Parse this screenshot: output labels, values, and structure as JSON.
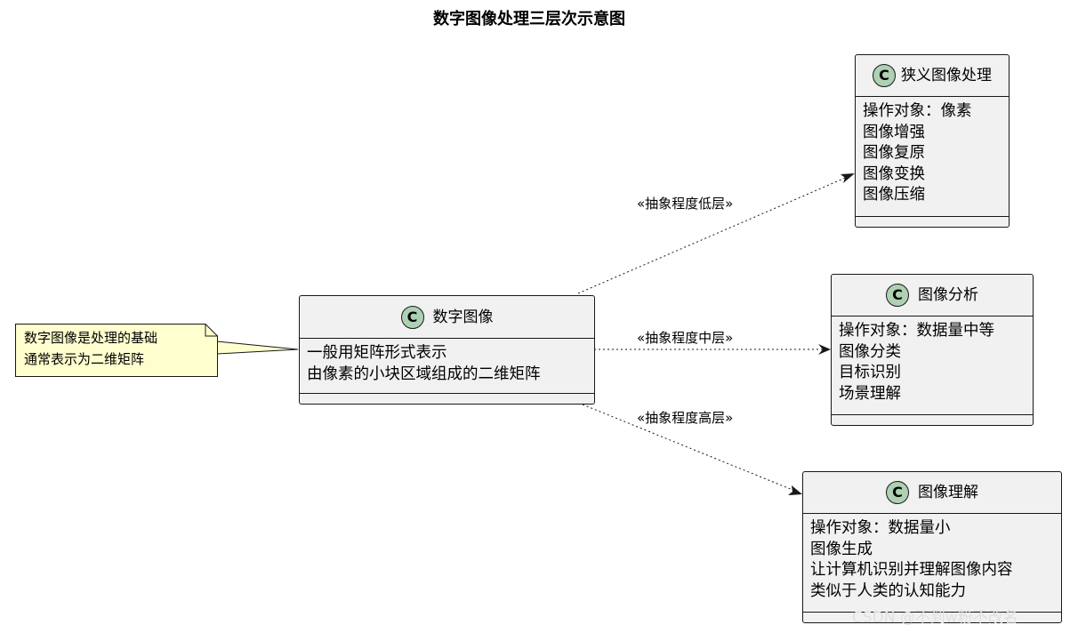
{
  "diagram": {
    "title": "数字图像处理三层次示意图",
    "classes": [
      {
        "name": "数字图像",
        "members": [
          "一般用矩阵形式表示",
          "由像素的小块区域组成的二维矩阵"
        ]
      },
      {
        "name": "狭义图像处理",
        "members": [
          "操作对象：像素",
          "图像增强",
          "图像复原",
          "图像变换",
          "图像压缩"
        ]
      },
      {
        "name": "图像分析",
        "members": [
          "操作对象：数据量中等",
          "图像分类",
          "目标识别",
          "场景理解"
        ]
      },
      {
        "name": "图像理解",
        "members": [
          "操作对象：数据量小",
          "图像生成",
          "让计算机识别并理解图像内容",
          "类似于人类的认知能力"
        ]
      }
    ],
    "stereotype_icon": "C",
    "note": {
      "lines": [
        "数字图像是处理的基础",
        "通常表示为二维矩阵"
      ]
    },
    "edges": [
      {
        "from": "数字图像",
        "to": "狭义图像处理",
        "label": "«抽象程度低层»",
        "style": "dotted"
      },
      {
        "from": "数字图像",
        "to": "图像分析",
        "label": "«抽象程度中层»",
        "style": "dotted"
      },
      {
        "from": "数字图像",
        "to": "图像理解",
        "label": "«抽象程度高层»",
        "style": "dotted"
      }
    ],
    "watermark": "CSDN @不到w粉不改名"
  },
  "colors": {
    "class_fill": "#f1f1f1",
    "class_border": "#181818",
    "icon_fill": "#add1b2",
    "note_fill": "#fefece"
  }
}
